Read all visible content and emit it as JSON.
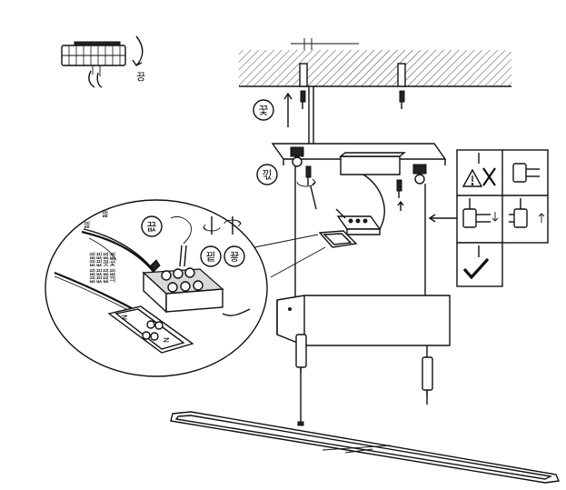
{
  "step_labels": {
    "ceiling_mount": "꿏",
    "canopy_screws": "끿",
    "connect_wires": "끖",
    "turn_left": "끹",
    "turn_right": "끃",
    "terminal_strip": "끙"
  },
  "wire_labels": {
    "live": "끮",
    "neutral": "끯",
    "spec_1": "끲끲끲끲",
    "spec_2": "끲끲끳끛",
    "spec_3": "끲끲끲끲",
    "spec_4": "끲끲끲끠"
  },
  "terminal_marks": {
    "n_top": "N",
    "n_bottom": "N"
  },
  "colors": {
    "ink": "#111111",
    "paper": "#ffffff",
    "shade": "#d9d9d9"
  }
}
